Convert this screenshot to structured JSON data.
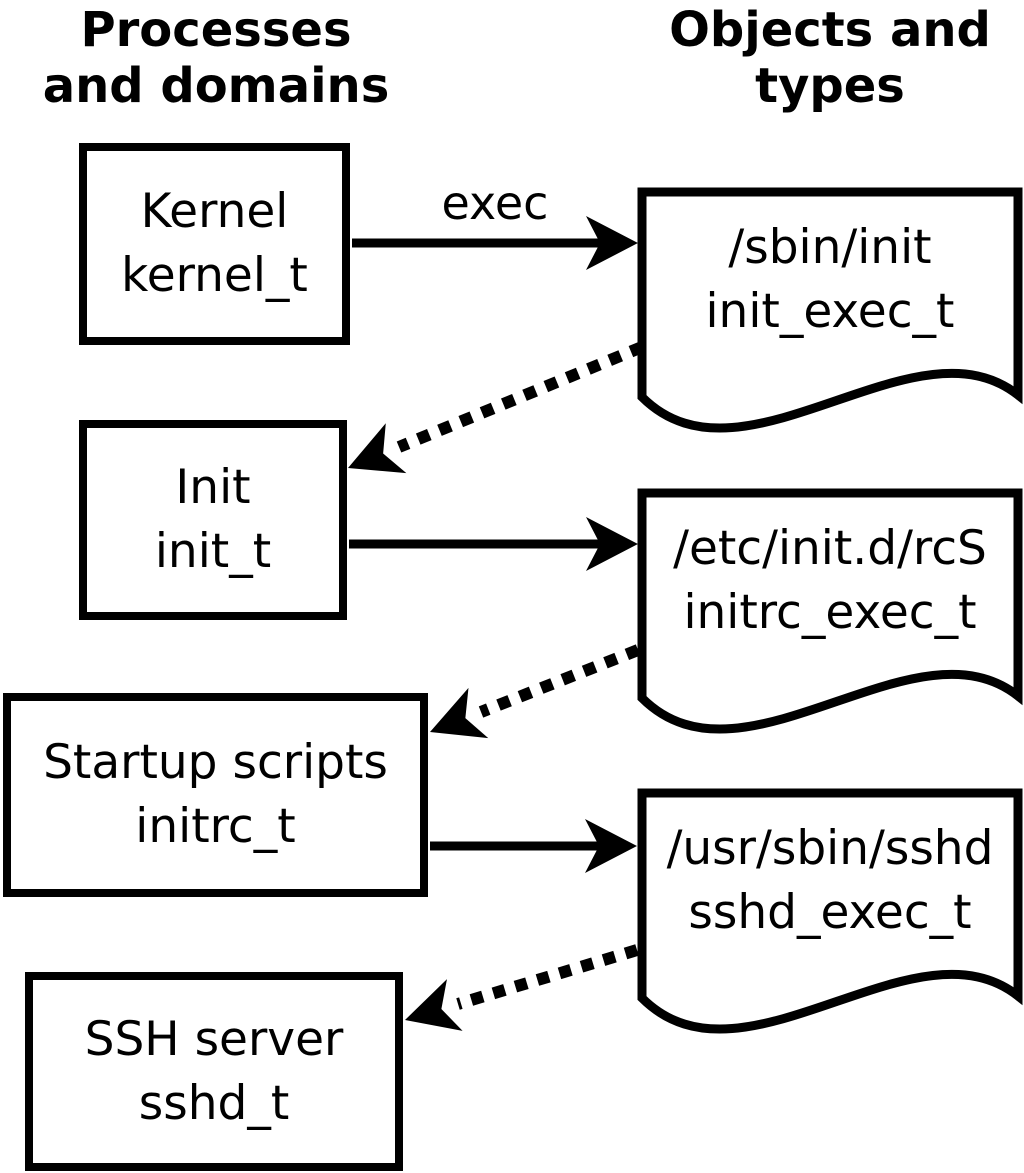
{
  "diagram": {
    "title_context": "SELinux domain transitions",
    "column_headings": {
      "left_line1": "Processes",
      "left_line2": "and domains",
      "right_line1": "Objects and",
      "right_line2": "types"
    },
    "process_nodes": [
      {
        "name": "Kernel",
        "domain": "kernel_t"
      },
      {
        "name": "Init",
        "domain": "init_t"
      },
      {
        "name": "Startup scripts",
        "domain": "initrc_t"
      },
      {
        "name": "SSH server",
        "domain": "sshd_t"
      }
    ],
    "object_nodes": [
      {
        "path": "/sbin/init",
        "type": "init_exec_t"
      },
      {
        "path": "/etc/init.d/rcS",
        "type": "initrc_exec_t"
      },
      {
        "path": "/usr/sbin/sshd",
        "type": "sshd_exec_t"
      }
    ],
    "edge_labels": {
      "exec": "exec"
    },
    "colors": {
      "line": "#000000",
      "background": "#ffffff",
      "text": "#000000"
    }
  }
}
